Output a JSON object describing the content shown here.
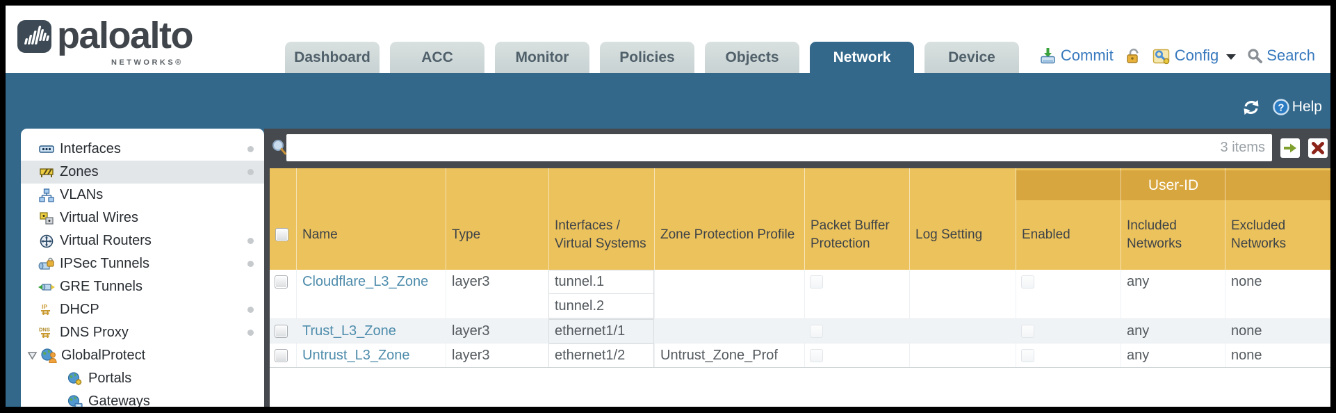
{
  "colors": {
    "teal_band": "#33688b",
    "header_orange": "#ecc25c",
    "user_id_band": "#d8a63e",
    "dark_strip": "#46494d",
    "link_blue": "#4e8cab",
    "toolbar_blue": "#3779bd",
    "row_alt": "#eff3f6"
  },
  "brand": {
    "name": "paloalto",
    "subtitle": "NETWORKS®"
  },
  "nav_tabs": [
    {
      "label": "Dashboard",
      "active": false
    },
    {
      "label": "ACC",
      "active": false
    },
    {
      "label": "Monitor",
      "active": false
    },
    {
      "label": "Policies",
      "active": false
    },
    {
      "label": "Objects",
      "active": false
    },
    {
      "label": "Network",
      "active": true
    },
    {
      "label": "Device",
      "active": false
    }
  ],
  "toolbar": {
    "commit_label": "Commit",
    "config_label": "Config",
    "search_label": "Search"
  },
  "banner": {
    "help_label": "Help"
  },
  "sidebar": {
    "items": [
      {
        "label": "Interfaces",
        "icon": "interfaces-icon",
        "has_status_dot": true,
        "selected": false
      },
      {
        "label": "Zones",
        "icon": "zones-icon",
        "has_status_dot": true,
        "selected": true
      },
      {
        "label": "VLANs",
        "icon": "vlans-icon",
        "has_status_dot": false,
        "selected": false
      },
      {
        "label": "Virtual Wires",
        "icon": "virtual-wires-icon",
        "has_status_dot": false,
        "selected": false
      },
      {
        "label": "Virtual Routers",
        "icon": "virtual-routers-icon",
        "has_status_dot": true,
        "selected": false
      },
      {
        "label": "IPSec Tunnels",
        "icon": "ipsec-tunnels-icon",
        "has_status_dot": true,
        "selected": false
      },
      {
        "label": "GRE Tunnels",
        "icon": "gre-tunnels-icon",
        "has_status_dot": false,
        "selected": false
      },
      {
        "label": "DHCP",
        "icon": "dhcp-icon",
        "has_status_dot": true,
        "selected": false
      },
      {
        "label": "DNS Proxy",
        "icon": "dns-proxy-icon",
        "has_status_dot": true,
        "selected": false
      },
      {
        "label": "GlobalProtect",
        "icon": "globalprotect-icon",
        "expanded": true,
        "selected": false
      },
      {
        "label": "Portals",
        "icon": "portals-icon",
        "indent": 1,
        "selected": false
      },
      {
        "label": "Gateways",
        "icon": "gateways-icon",
        "indent": 1,
        "selected": false
      }
    ]
  },
  "filter_bar": {
    "query": "",
    "items_count": "3 items"
  },
  "table": {
    "group_header": "User-ID",
    "columns": [
      "Name",
      "Type",
      "Interfaces / Virtual Systems",
      "Zone Protection Profile",
      "Packet Buffer Protection",
      "Log Setting",
      "Enabled",
      "Included Networks",
      "Excluded Networks"
    ],
    "rows": [
      {
        "selected": false,
        "name": "Cloudflare_L3_Zone",
        "type": "layer3",
        "interfaces": [
          "tunnel.1",
          "tunnel.2"
        ],
        "zone_protection_profile": "",
        "packet_buffer_protection": false,
        "log_setting": "",
        "user_id_enabled": false,
        "included_networks": "any",
        "excluded_networks": "none"
      },
      {
        "selected": false,
        "name": "Trust_L3_Zone",
        "type": "layer3",
        "interfaces": [
          "ethernet1/1"
        ],
        "zone_protection_profile": "",
        "packet_buffer_protection": false,
        "log_setting": "",
        "user_id_enabled": false,
        "included_networks": "any",
        "excluded_networks": "none"
      },
      {
        "selected": false,
        "name": "Untrust_L3_Zone",
        "type": "layer3",
        "interfaces": [
          "ethernet1/2"
        ],
        "zone_protection_profile": "Untrust_Zone_Prof",
        "packet_buffer_protection": false,
        "log_setting": "",
        "user_id_enabled": false,
        "included_networks": "any",
        "excluded_networks": "none"
      }
    ]
  }
}
